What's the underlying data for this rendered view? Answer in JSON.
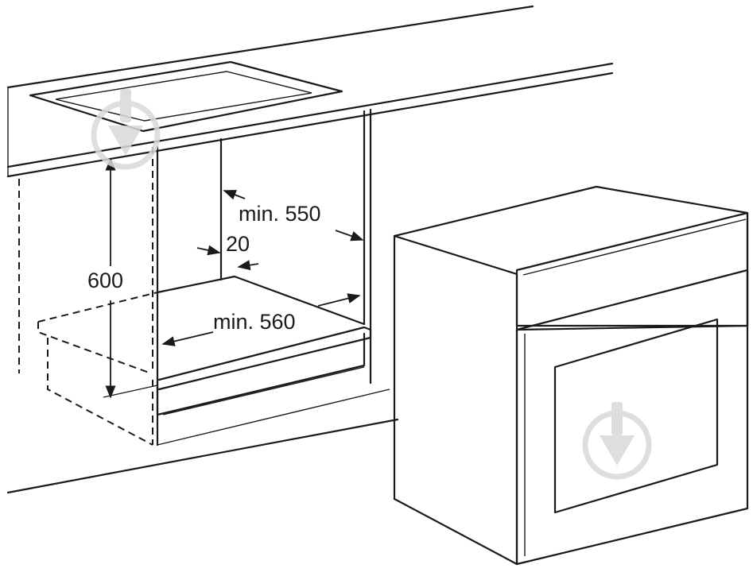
{
  "labels": {
    "height": "600",
    "depth": "min. 550",
    "gap": "20",
    "width": "min. 560"
  }
}
